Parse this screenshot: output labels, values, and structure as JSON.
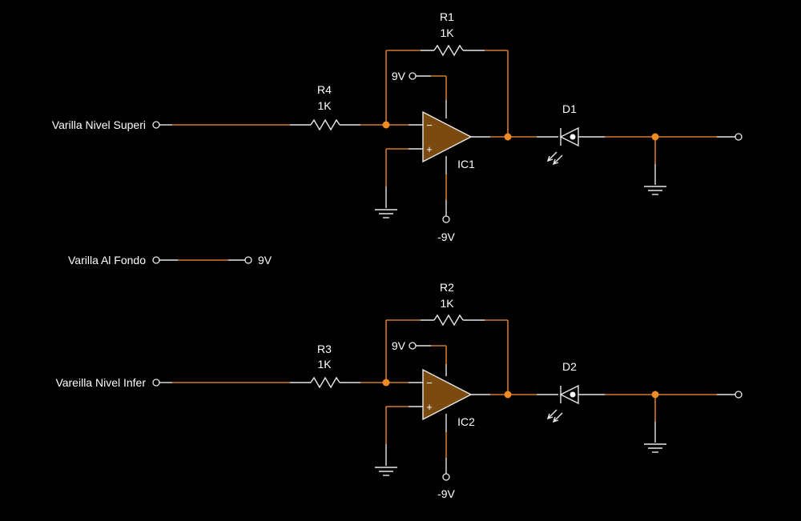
{
  "inputs": {
    "upper": "Varilla Nivel Superi",
    "bottom": "Varilla Al Fondo",
    "lower": "Vareilla Nivel Infer"
  },
  "supply": {
    "bottom_rod": "9V",
    "ic1_pos": "9V",
    "ic1_neg": "-9V",
    "ic2_pos": "9V",
    "ic2_neg": "-9V"
  },
  "components": {
    "r1": {
      "name": "R1",
      "value": "1K"
    },
    "r2": {
      "name": "R2",
      "value": "1K"
    },
    "r3": {
      "name": "R3",
      "value": "1K"
    },
    "r4": {
      "name": "R4",
      "value": "1K"
    },
    "ic1": {
      "name": "IC1",
      "minus": "−",
      "plus": "+"
    },
    "ic2": {
      "name": "IC2",
      "minus": "−",
      "plus": "+"
    },
    "d1": {
      "name": "D1"
    },
    "d2": {
      "name": "D2"
    }
  },
  "colors": {
    "background": "#000000",
    "wire": "#d07a2a",
    "junction": "#f08a24",
    "opamp_fill": "#7a4a10",
    "component_stroke": "#e8e8e8"
  }
}
